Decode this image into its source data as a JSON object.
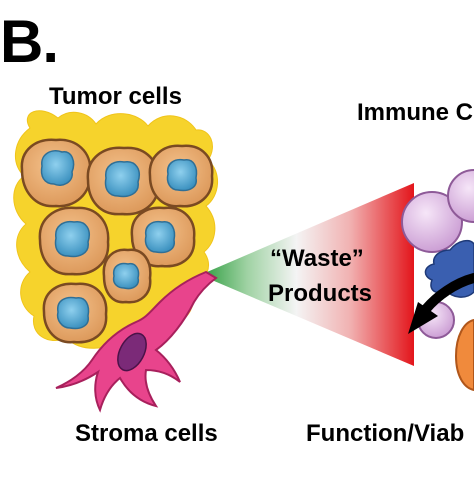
{
  "figure": {
    "panel_letter": "B.",
    "labels": {
      "tumor_cells": "Tumor cells",
      "immune_cells": "Immune C",
      "waste_line1": "“Waste”",
      "waste_line2": "Products",
      "stroma_cells": "Stroma cells",
      "function_viability": "Function/Viab"
    }
  },
  "colors": {
    "tumor_background": "#f6d32c",
    "tumor_cell_body": "#e8a96c",
    "tumor_cell_outline": "#7a4a22",
    "tumor_nucleus": "#5aaed4",
    "stroma_body": "#e8448c",
    "stroma_nucleus": "#7b2a78",
    "gradient_green": "#2a9b3c",
    "gradient_red": "#e3151b",
    "immune_pink": "#e0bfe4",
    "immune_blue": "#3a5fb0",
    "immune_orange": "#f08a3c",
    "arrow": "#000000"
  },
  "icons": [
    "tumor-cell-cluster",
    "stroma-cell",
    "waste-gradient-wedge",
    "immune-cell-group",
    "curved-arrow"
  ]
}
